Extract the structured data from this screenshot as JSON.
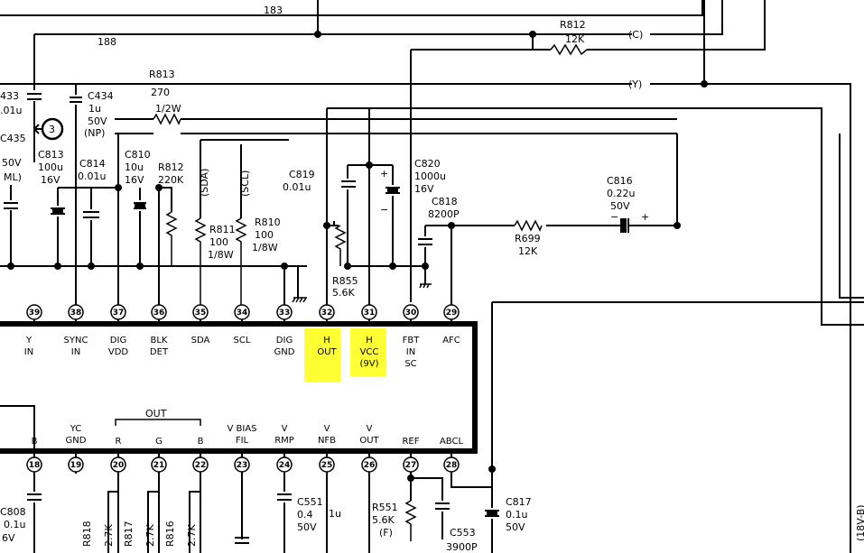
{
  "wires": {
    "w183": "183",
    "w188": "188",
    "net_c": "(C)",
    "net_y": "(Y)"
  },
  "circle_ref": "3",
  "components": {
    "r812a": {
      "ref": "R812",
      "value": "12K"
    },
    "r813": {
      "ref": "R813",
      "value": "270",
      "rating": "1/2W"
    },
    "c433": {
      "ref": "433",
      "value": ".01u"
    },
    "c434": {
      "ref": "C434",
      "value": "1u",
      "volt": "50V",
      "note": "(NP)"
    },
    "c435": {
      "ref": "C435",
      "volt": "50V",
      "note": "ML)"
    },
    "c813": {
      "ref": "C813",
      "value": "100u",
      "volt": "16V"
    },
    "c814": {
      "ref": "C814",
      "value": "0.01u"
    },
    "c810": {
      "ref": "C810",
      "value": "10u",
      "volt": "16V"
    },
    "r812b": {
      "ref": "R812",
      "value": "220K"
    },
    "sda": "(SDA)",
    "scl": "(SCL)",
    "r811": {
      "ref": "R811",
      "value": "100",
      "rating": "1/8W"
    },
    "r810": {
      "ref": "R810",
      "value": "100",
      "rating": "1/8W"
    },
    "c819": {
      "ref": "C819",
      "value": "0.01u"
    },
    "c820": {
      "ref": "C820",
      "value": "1000u",
      "volt": "16V"
    },
    "c818": {
      "ref": "C818",
      "value": "8200P"
    },
    "r855": {
      "ref": "R855",
      "value": "5.6K"
    },
    "r699": {
      "ref": "R699",
      "value": "12K"
    },
    "c816": {
      "ref": "C816",
      "value": "0.22u",
      "volt": "50V"
    },
    "c808": {
      "ref": "C808",
      "value": "0.1u",
      "volt": "6V"
    },
    "r818": {
      "ref": "R818",
      "value": "2.7K"
    },
    "r817": {
      "ref": "R817",
      "value": "2.7K"
    },
    "r816": {
      "ref": "R816",
      "value": "2.7K"
    },
    "c551": {
      "ref": "C551",
      "value": "0.4",
      "volt": "50V",
      "unit": "1u"
    },
    "r551": {
      "ref": "R551",
      "value": "5.6K",
      "note": "(F)"
    },
    "c553": {
      "ref": "C553",
      "value": "3900P"
    },
    "c817": {
      "ref": "C817",
      "value": "0.1u",
      "volt": "50V"
    },
    "side": "(18V-B)"
  },
  "ic": {
    "top_pins": [
      "39",
      "38",
      "37",
      "36",
      "35",
      "34",
      "33",
      "32",
      "31",
      "30",
      "29"
    ],
    "bottom_pins": [
      "18",
      "19",
      "20",
      "21",
      "22",
      "23",
      "24",
      "25",
      "26",
      "27",
      "28"
    ],
    "top_labels": [
      {
        "l1": "Y",
        "l2": "IN"
      },
      {
        "l1": "SYNC",
        "l2": "IN"
      },
      {
        "l1": "DIG",
        "l2": "VDD"
      },
      {
        "l1": "BLK",
        "l2": "DET"
      },
      {
        "l1": "SDA",
        "l2": ""
      },
      {
        "l1": "SCL",
        "l2": ""
      },
      {
        "l1": "DIG",
        "l2": "GND"
      },
      {
        "l1": "H",
        "l2": "OUT"
      },
      {
        "l1": "H",
        "l2": "VCC",
        "l3": "(9V)"
      },
      {
        "l1": "FBT",
        "l2": "IN",
        "l3": "SC"
      },
      {
        "l1": "AFC",
        "l2": ""
      }
    ],
    "bottom_labels": [
      {
        "l1": "B",
        "l2": ""
      },
      {
        "l1": "YC",
        "l2": "GND"
      },
      {
        "l1": "R",
        "l2": ""
      },
      {
        "l1": "G",
        "l2": ""
      },
      {
        "l1": "B",
        "l2": ""
      },
      {
        "l1": "V BIAS",
        "l2": "FIL"
      },
      {
        "l1": "V",
        "l2": "RMP"
      },
      {
        "l1": "V",
        "l2": "NFB"
      },
      {
        "l1": "V",
        "l2": "OUT"
      },
      {
        "l1": "REF",
        "l2": ""
      },
      {
        "l1": "ABCL",
        "l2": ""
      }
    ],
    "out_group": "OUT"
  }
}
